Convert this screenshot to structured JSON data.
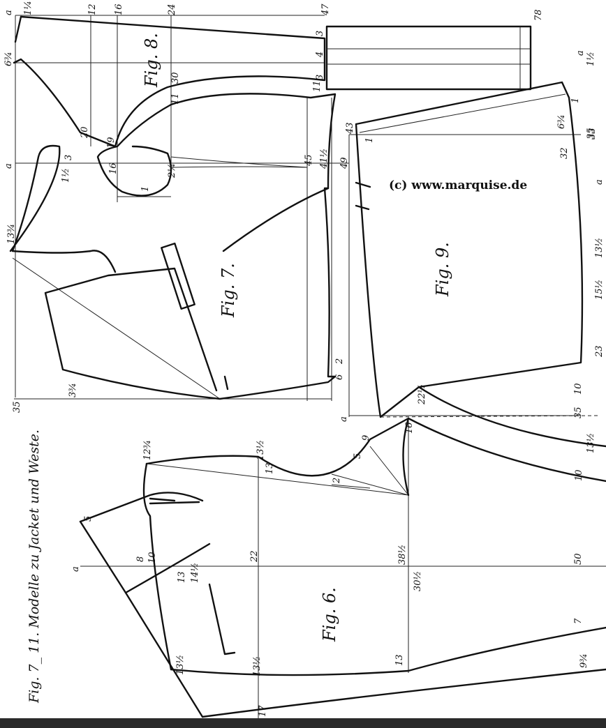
{
  "title": "Fig. 7_ 11. Modelle zu Jacket und Weste.",
  "watermark": "(c) www.marquise.de",
  "figures": {
    "fig6": "Fig. 6.",
    "fig7": "Fig. 7.",
    "fig8": "Fig. 8.",
    "fig9": "Fig. 9."
  },
  "labels": {
    "fig8_top_a": "a",
    "fig8_top_1q": "1¼",
    "fig8_top_12": "12",
    "fig8_top_16": "16",
    "fig8_top_24": "24",
    "fig8_top_47": "47",
    "fig8_top_78": "78",
    "fig8_6q": "6¾",
    "fig8_3a": "3",
    "fig8_4": "4",
    "fig8_3b": "3",
    "fig8_20": "20",
    "fig8_30": "30",
    "fig8_11a": "11",
    "fig8_11b": "11",
    "fig7_a": "a",
    "fig7_19": "19",
    "fig7_3": "3",
    "fig7_1q": "1½",
    "fig7_16": "16",
    "fig7_2q": "2¼",
    "fig7_1": "1",
    "fig7_45": "45",
    "fig7_41": "41½",
    "fig7_49": "49",
    "fig7_13q": "13¾",
    "fig7_35": "35",
    "fig7_3q": "3¾",
    "fig7_2": "2",
    "fig7_6": "6",
    "fig9_a": "a",
    "fig9_43": "43",
    "fig9_1": "1",
    "fig9_6q": "6¾",
    "fig9_32": "32",
    "fig9_35a": "35",
    "fig9_22": "22½",
    "fig9_10": "10",
    "fig9_35b": "35",
    "right_a": "a",
    "right_1q": "1½",
    "right_1": "1",
    "right_33": "33",
    "right_a2": "a",
    "right_13": "13½",
    "right_15": "15½",
    "right_23": "23",
    "fig6_12q": "12¾",
    "fig6_13q": "13½",
    "fig6_9": "9",
    "fig6_16": "16",
    "fig6_5a": "5",
    "fig6_2": "2",
    "fig6_13": "13",
    "fig6_5b": "5",
    "fig6_a": "a",
    "fig6_8": "8",
    "fig6_10": "10",
    "fig6_22": "22",
    "fig6_38": "38½",
    "fig6_50": "50",
    "fig6_13b": "13",
    "fig6_14": "14½",
    "fig6_30": "30½",
    "fig6_10b": "10",
    "fig6_13c": "13½",
    "fig6_13d": "13½",
    "fig6_13e": "13",
    "fig6_7": "7",
    "fig6_17": "17",
    "fig6_9q": "9¾",
    "fig6_13f": "13½"
  }
}
